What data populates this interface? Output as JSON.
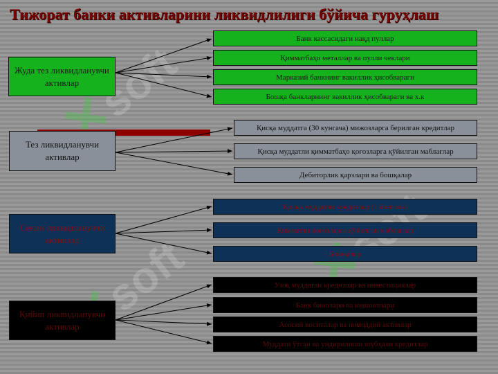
{
  "title": "Тижорат банки активларини ликвидлилиги бўйича гуруҳлаш",
  "watermark": "soft",
  "colors": {
    "group1": "#15b21e",
    "group2": "#8a9099",
    "group3": "#0d3157",
    "group4": "#000000",
    "title": "#7a0000"
  },
  "groups": [
    {
      "label": "Жуда тез ликвидланувчи активлар",
      "items": [
        "Банк кассасидаги нақд пуллар",
        "Қимматбаҳо металлар ва пулли чеклари",
        "Марказий банкнинг вакиллик ҳисобвараги",
        "Бошқа банкларнинг вакиллик ҳисобвараги ва х.к"
      ]
    },
    {
      "label": "Тез ликвидланувчи активлар",
      "items": [
        "Қисқа муддатга (30 кунгача) мижозларга берилган кредитлар",
        "Қисқа муддатли қимматбаҳо қоғозларга қўйилган маблағлар",
        "Дебиторлик қарзлари ва бошқалар"
      ]
    },
    {
      "label": "Секин ликвидланувчи активлар",
      "items": [
        "Қисқа муддатли кредитлар (1 йилгача)",
        "Қимматли қоғозларга қўйилган маблағлар",
        "Бошқалар"
      ]
    },
    {
      "label": "Қийин ликвидланувчи активлар",
      "items": [
        "Узоқ муддатли кредитлар ва инвестициялар",
        "Банк бинолари ва иншоотлари",
        "Асосий воситалар ва номоддий активлар",
        "Муддати ўтган ва ундирилиши шубҳали кредитлар"
      ]
    }
  ]
}
